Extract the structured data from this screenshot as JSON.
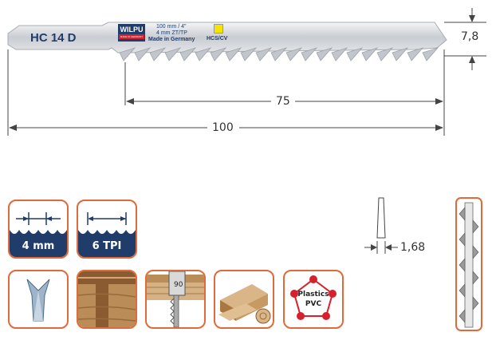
{
  "blade": {
    "model": "HC 14 D",
    "brand": "WILPU",
    "brand_sub": "MADE IN GERMANY",
    "spec_line1": "100 mm / 4\"",
    "spec_line2": "4 mm ZT/TP",
    "spec_line3": "Made in Germany",
    "material": "HCS/CV",
    "material_color": "#f5e400"
  },
  "dimensions": {
    "width": "7,8",
    "working_length": "75",
    "total_length": "100",
    "thickness": "1,68"
  },
  "features": {
    "tooth_pitch": "4 mm",
    "tpi": "6 TPI",
    "material_plastics_1": "Plastics",
    "material_plastics_2": "PVC",
    "angle": "90"
  },
  "colors": {
    "accent": "#e06a3a",
    "navy": "#1f3c6b",
    "pentagon": "#d6202c"
  }
}
